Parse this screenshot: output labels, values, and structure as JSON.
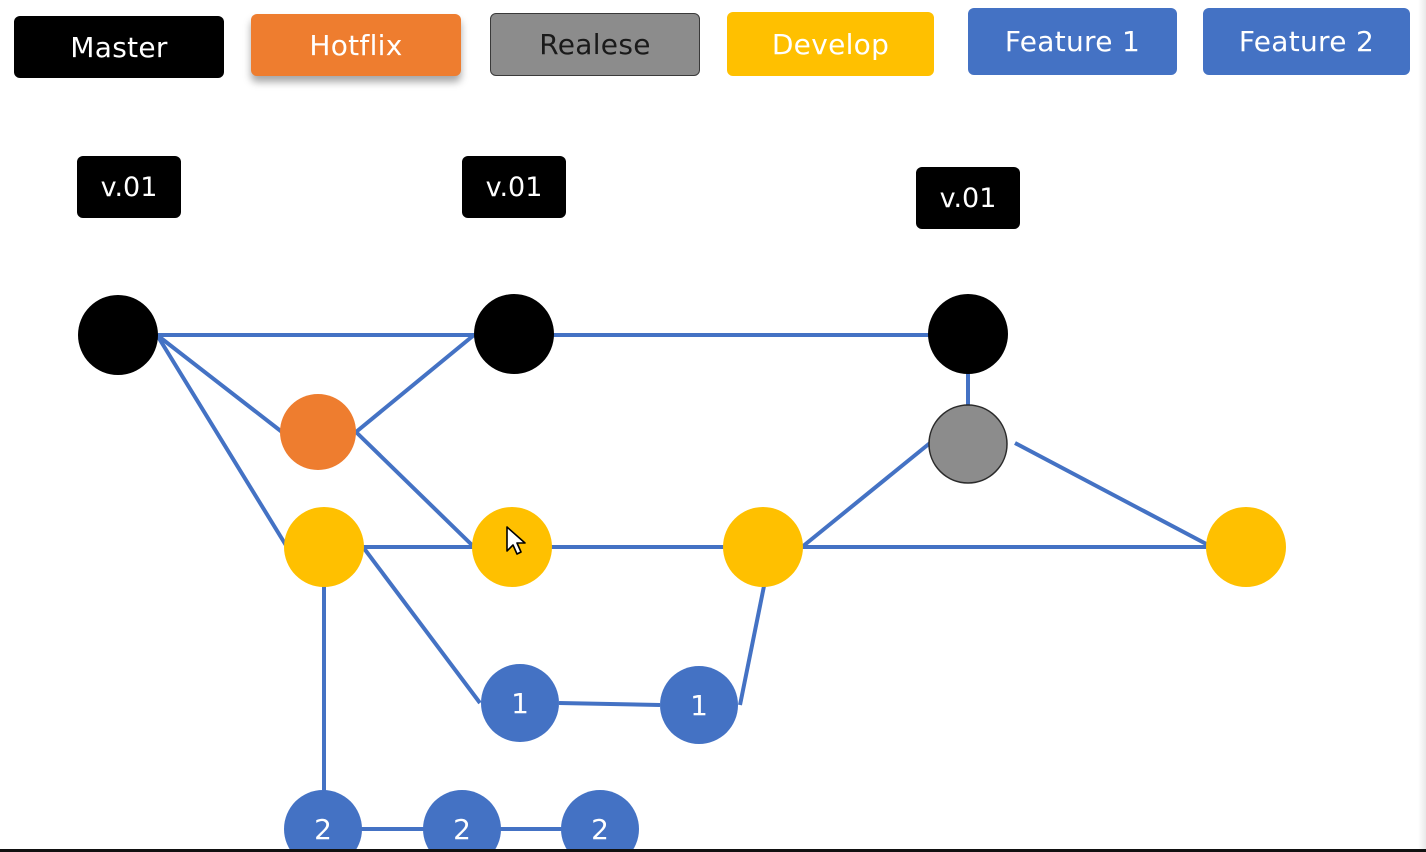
{
  "legend": {
    "master": "Master",
    "hotfix": "Hotflix",
    "release": "Realese",
    "develop": "Develop",
    "feature1": "Feature 1",
    "feature2": "Feature 2"
  },
  "tags": [
    "v.01",
    "v.01",
    "v.01"
  ],
  "colors": {
    "master": "#000000",
    "hotfix": "#ee7d2f",
    "release": "#8c8c8c",
    "develop": "#ffc000",
    "feature": "#4472c4",
    "edge": "#4472c4"
  },
  "nodes": {
    "feature1_a": "1",
    "feature1_b": "1",
    "feature2_a": "2",
    "feature2_b": "2",
    "feature2_c": "2"
  }
}
